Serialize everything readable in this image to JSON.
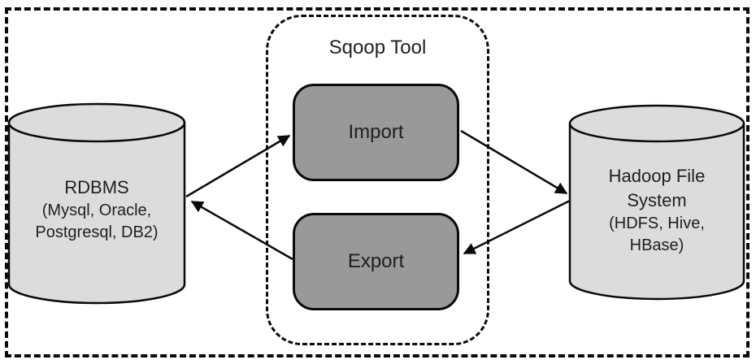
{
  "diagram_title": "Sqoop Tool",
  "colors": {
    "background": "#ffffff",
    "cylinder_fill": "#dcdcdc",
    "process_box_fill": "#999999",
    "line": "#0a0a0a"
  },
  "sqoop_container": {
    "title": "Sqoop Tool"
  },
  "nodes": {
    "rdbms": {
      "lines": [
        "RDBMS",
        "(Mysql, Oracle,",
        "Postgresql, DB2)"
      ]
    },
    "hadoop": {
      "lines": [
        "Hadoop File",
        "System",
        "(HDFS, Hive,",
        "HBase)"
      ]
    },
    "import_box": {
      "label": "Import"
    },
    "export_box": {
      "label": "Export"
    }
  },
  "arrows": [
    {
      "from": "RDBMS",
      "to": "Import"
    },
    {
      "from": "Import",
      "to": "Hadoop File System"
    },
    {
      "from": "Hadoop File System",
      "to": "Export"
    },
    {
      "from": "Export",
      "to": "RDBMS"
    }
  ]
}
